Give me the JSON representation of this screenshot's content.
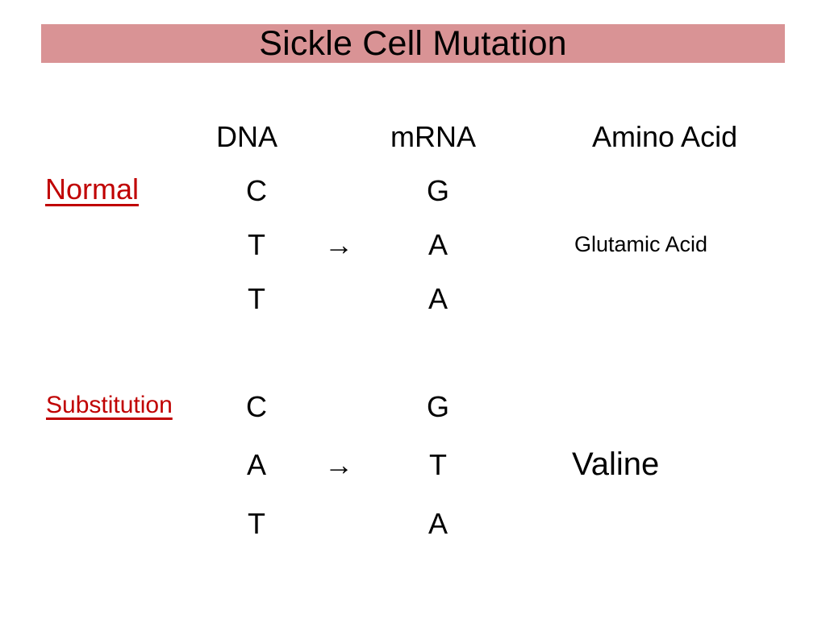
{
  "slide": {
    "title": "Sickle Cell Mutation",
    "title_bar_color": "#d99395",
    "background_color": "#ffffff",
    "label_color": "#c00000",
    "text_color": "#000000"
  },
  "columns": {
    "dna": "DNA",
    "mrna": "mRNA",
    "amino_acid": "Amino Acid"
  },
  "blocks": [
    {
      "label": "Normal ",
      "arrow": "→",
      "rows": [
        {
          "dna": "C",
          "arrow": "",
          "mrna": "G"
        },
        {
          "dna": "T",
          "arrow": "→",
          "mrna": "A"
        },
        {
          "dna": "T",
          "arrow": "",
          "mrna": "A"
        }
      ],
      "amino_acid": "Glutamic Acid"
    },
    {
      "label": "Substitution ",
      "arrow": "→",
      "rows": [
        {
          "dna": "C",
          "arrow": "",
          "mrna": "G"
        },
        {
          "dna": "A",
          "arrow": "→",
          "mrna": "T"
        },
        {
          "dna": "T",
          "arrow": "",
          "mrna": "A"
        }
      ],
      "amino_acid": "Valine"
    }
  ]
}
